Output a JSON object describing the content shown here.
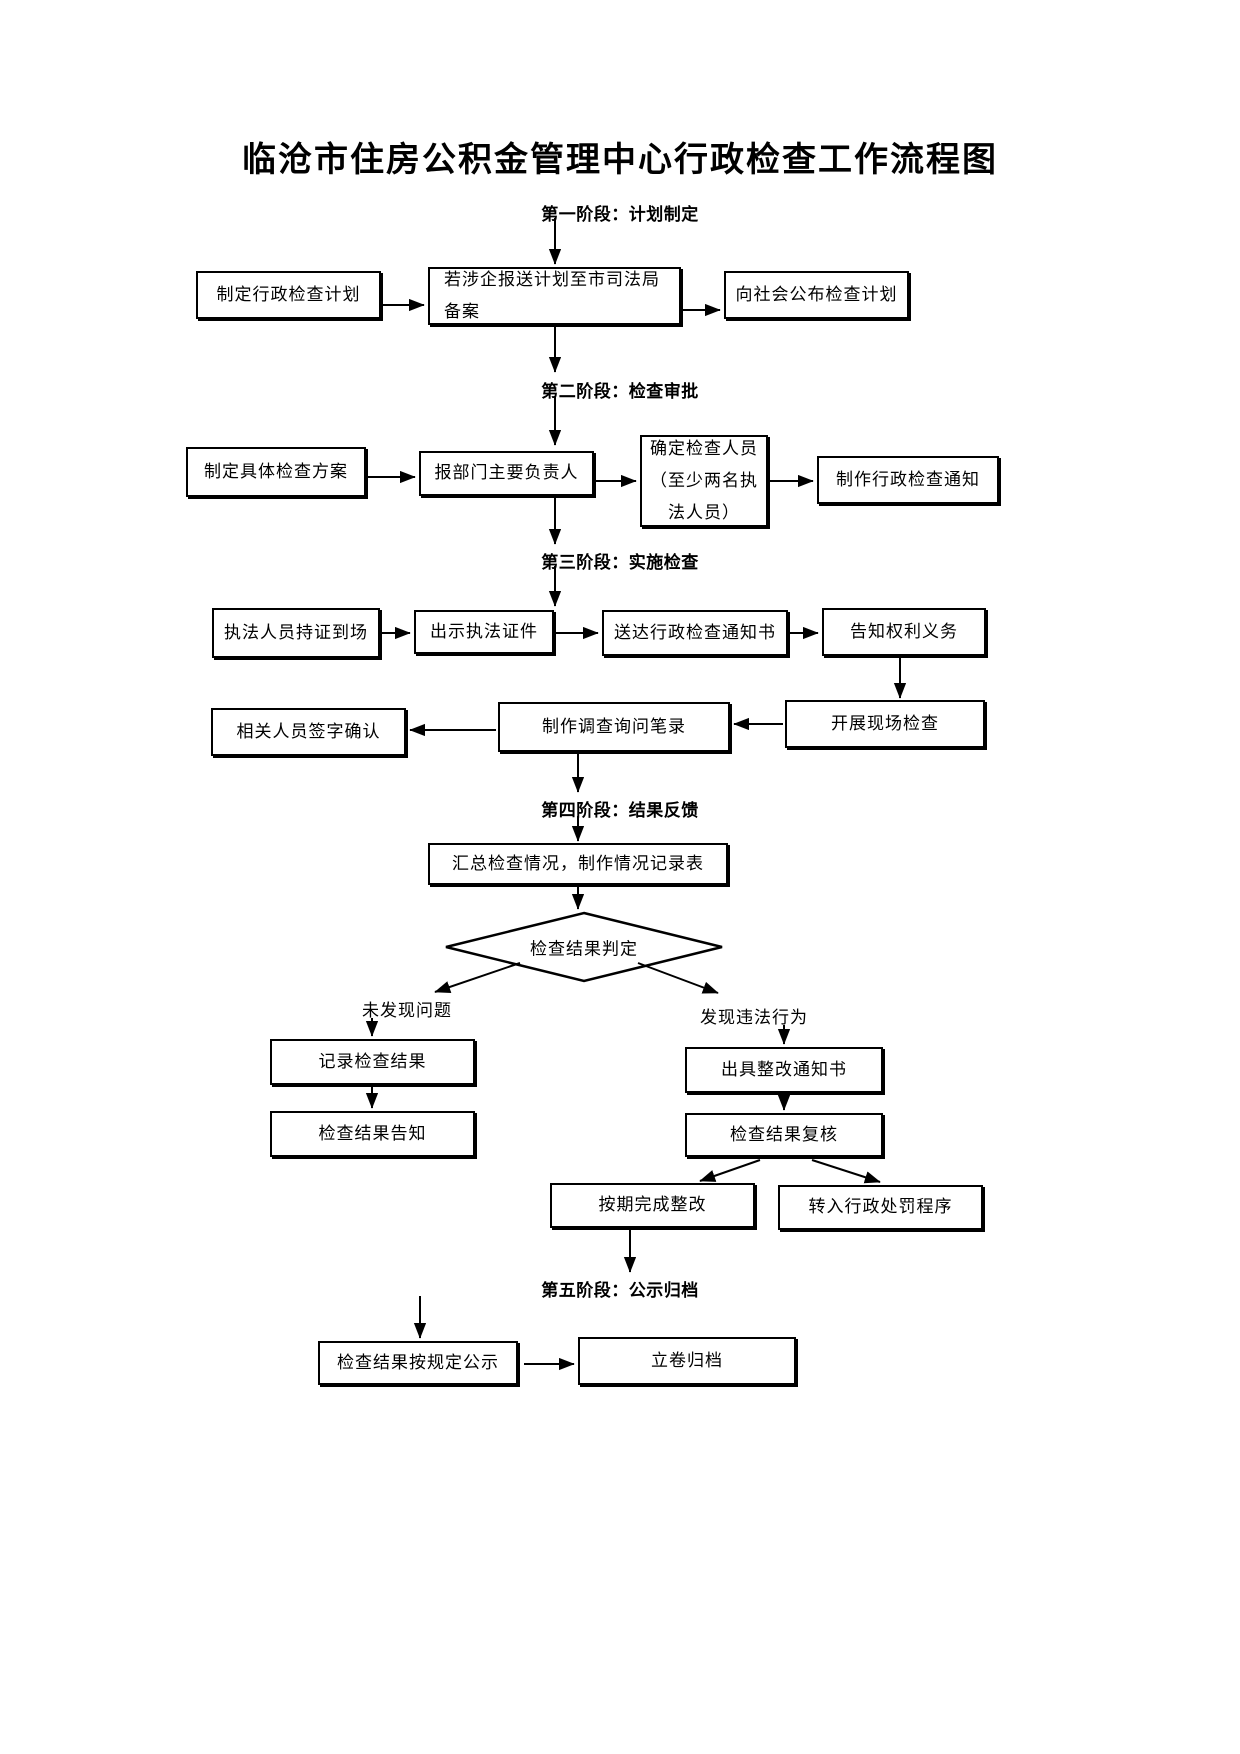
{
  "document": {
    "title": "临沧市住房公积金管理中心行政检查工作流程图"
  },
  "stages": [
    {
      "id": "stage1",
      "label": "第一阶段：计划制定"
    },
    {
      "id": "stage2",
      "label": "第二阶段：检查审批"
    },
    {
      "id": "stage3",
      "label": "第三阶段：实施检查"
    },
    {
      "id": "stage4",
      "label": "第四阶段：结果反馈"
    },
    {
      "id": "stage5",
      "label": "第五阶段：公示归档"
    }
  ],
  "nodes": {
    "n1_plan": "制定行政检查计划",
    "n2_filing": "若涉企报送计划至市司法局备案",
    "n3_publish": "向社会公布检查计划",
    "n4_scheme": "制定具体检查方案",
    "n5_report": "报部门主要负责人",
    "n6_officers_line1": "确定检查人员",
    "n6_officers_line2": "（至少两名执",
    "n6_officers_line3": "法人员）",
    "n7_notice": "制作行政检查通知",
    "n8_onsite": "执法人员持证到场",
    "n9_credentials": "出示执法证件",
    "n10_deliver": "送达行政检查通知书",
    "n11_rights": "告知权利义务",
    "n12_inspect": "开展现场检查",
    "n13_record": "制作调查询问笔录",
    "n14_sign": "相关人员签字确认",
    "n15_summary": "汇总检查情况，制作情况记录表",
    "n16_decision": "检查结果判定",
    "n17_log_result": "记录检查结果",
    "n18_inform_result": "检查结果告知",
    "n19_rectify_notice": "出具整改通知书",
    "n20_review": "检查结果复核",
    "n21_rectified": "按期完成整改",
    "n22_penalty": "转入行政处罚程序",
    "n23_public": "检查结果按规定公示",
    "n24_archive": "立卷归档"
  },
  "edge_labels": {
    "no_issue": "未发现问题",
    "violation": "发现违法行为"
  },
  "colors": {
    "line": "#000000",
    "background": "#ffffff",
    "text": "#000000"
  }
}
